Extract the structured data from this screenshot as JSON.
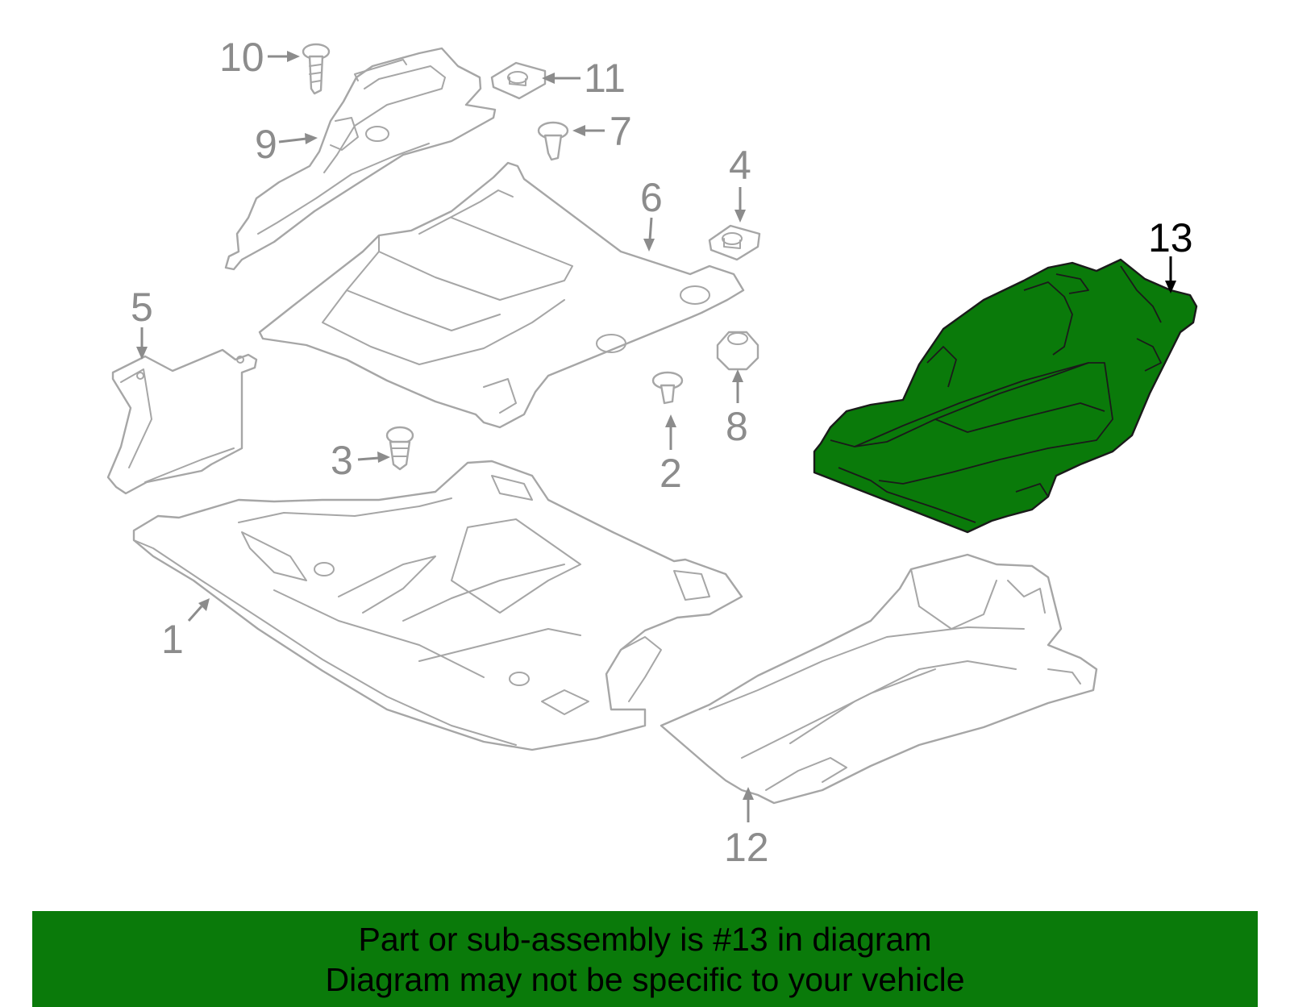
{
  "diagram": {
    "highlight_color": "#0a7a0a",
    "line_color": "#a6a6a6",
    "label_color": "#8c8c8c",
    "callouts": {
      "c1": "1",
      "c2": "2",
      "c3": "3",
      "c4": "4",
      "c5": "5",
      "c6": "6",
      "c7": "7",
      "c8": "8",
      "c9": "9",
      "c10": "10",
      "c11": "11",
      "c12": "12",
      "c13": "13"
    },
    "highlighted_part": "13"
  },
  "banner": {
    "line1": "Part or sub-assembly is #13 in diagram",
    "line2": "Diagram may not be specific to your vehicle",
    "background": "#0a7a0a"
  }
}
